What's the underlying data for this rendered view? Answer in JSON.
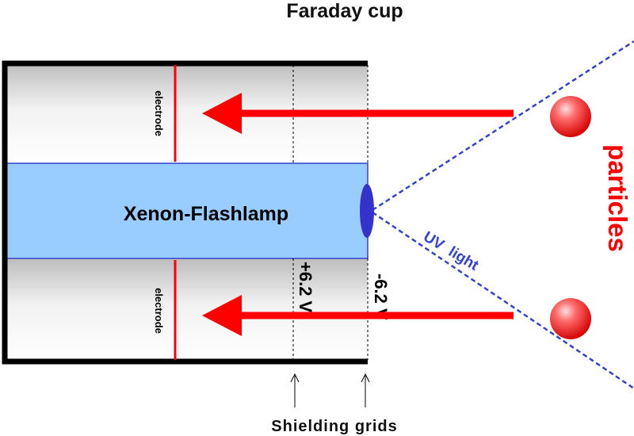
{
  "title": "Faraday cup",
  "lamp_label": "Xenon-Flashlamp",
  "electrode_top_label": "electrode",
  "electrode_bottom_label": "electrode",
  "grid_inner_voltage": "+6.2 V",
  "grid_outer_voltage": "-6.2 V",
  "uv_label": "UV  light",
  "particles_label": "particles",
  "shielding_label": "Shielding grids",
  "colors": {
    "lamp_fill": "#99ccff",
    "lamp_edge": "#3344cc",
    "arrow": "#ff0000",
    "uv_line": "#3344cc",
    "particles_text": "#ff0000",
    "particle": "#ff3333"
  }
}
